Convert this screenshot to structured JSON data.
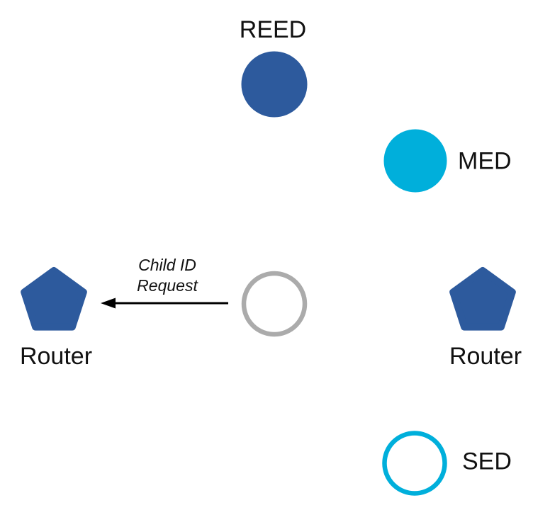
{
  "colors": {
    "node_blue": "#2D5A9D",
    "node_cyan": "#00AFDB",
    "node_gray": "#ABABAB",
    "node_fill_white": "#FFFFFF",
    "edge_black": "#000000"
  },
  "nodes": {
    "reed": {
      "label": "REED",
      "shape": "filled-circle"
    },
    "med": {
      "label": "MED",
      "shape": "filled-circle"
    },
    "joiner": {
      "label": "",
      "shape": "outline-circle"
    },
    "router_left": {
      "label": "Router",
      "shape": "pentagon"
    },
    "router_right": {
      "label": "Router",
      "shape": "pentagon"
    },
    "sed": {
      "label": "SED",
      "shape": "outline-circle"
    }
  },
  "edge": {
    "label_line1": "Child ID",
    "label_line2": "Request",
    "from": "joiner",
    "to": "router_left"
  }
}
